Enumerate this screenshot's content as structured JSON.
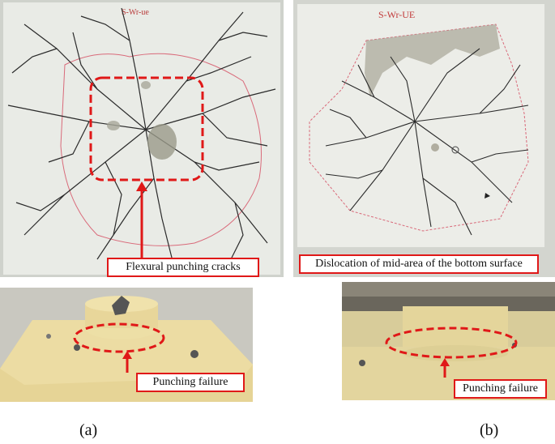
{
  "figure": {
    "panel_a": {
      "top_photo": {
        "slab_marking": "S-Wr-ue",
        "callout": "Flexural punching cracks"
      },
      "bottom_photo": {
        "callout": "Punching failure"
      },
      "caption": "(a)"
    },
    "panel_b": {
      "top_photo": {
        "slab_marking": "S-Wr-UE",
        "callout": "Dislocation of mid-area of the bottom surface"
      },
      "bottom_photo": {
        "callout": "Punching failure"
      },
      "caption": "(b)"
    },
    "colors": {
      "annotation_red": "#e01818",
      "slab_white": "#e9ebe6",
      "column_yellow": "#e6d496",
      "crack_ink": "#2a2a2a"
    }
  }
}
